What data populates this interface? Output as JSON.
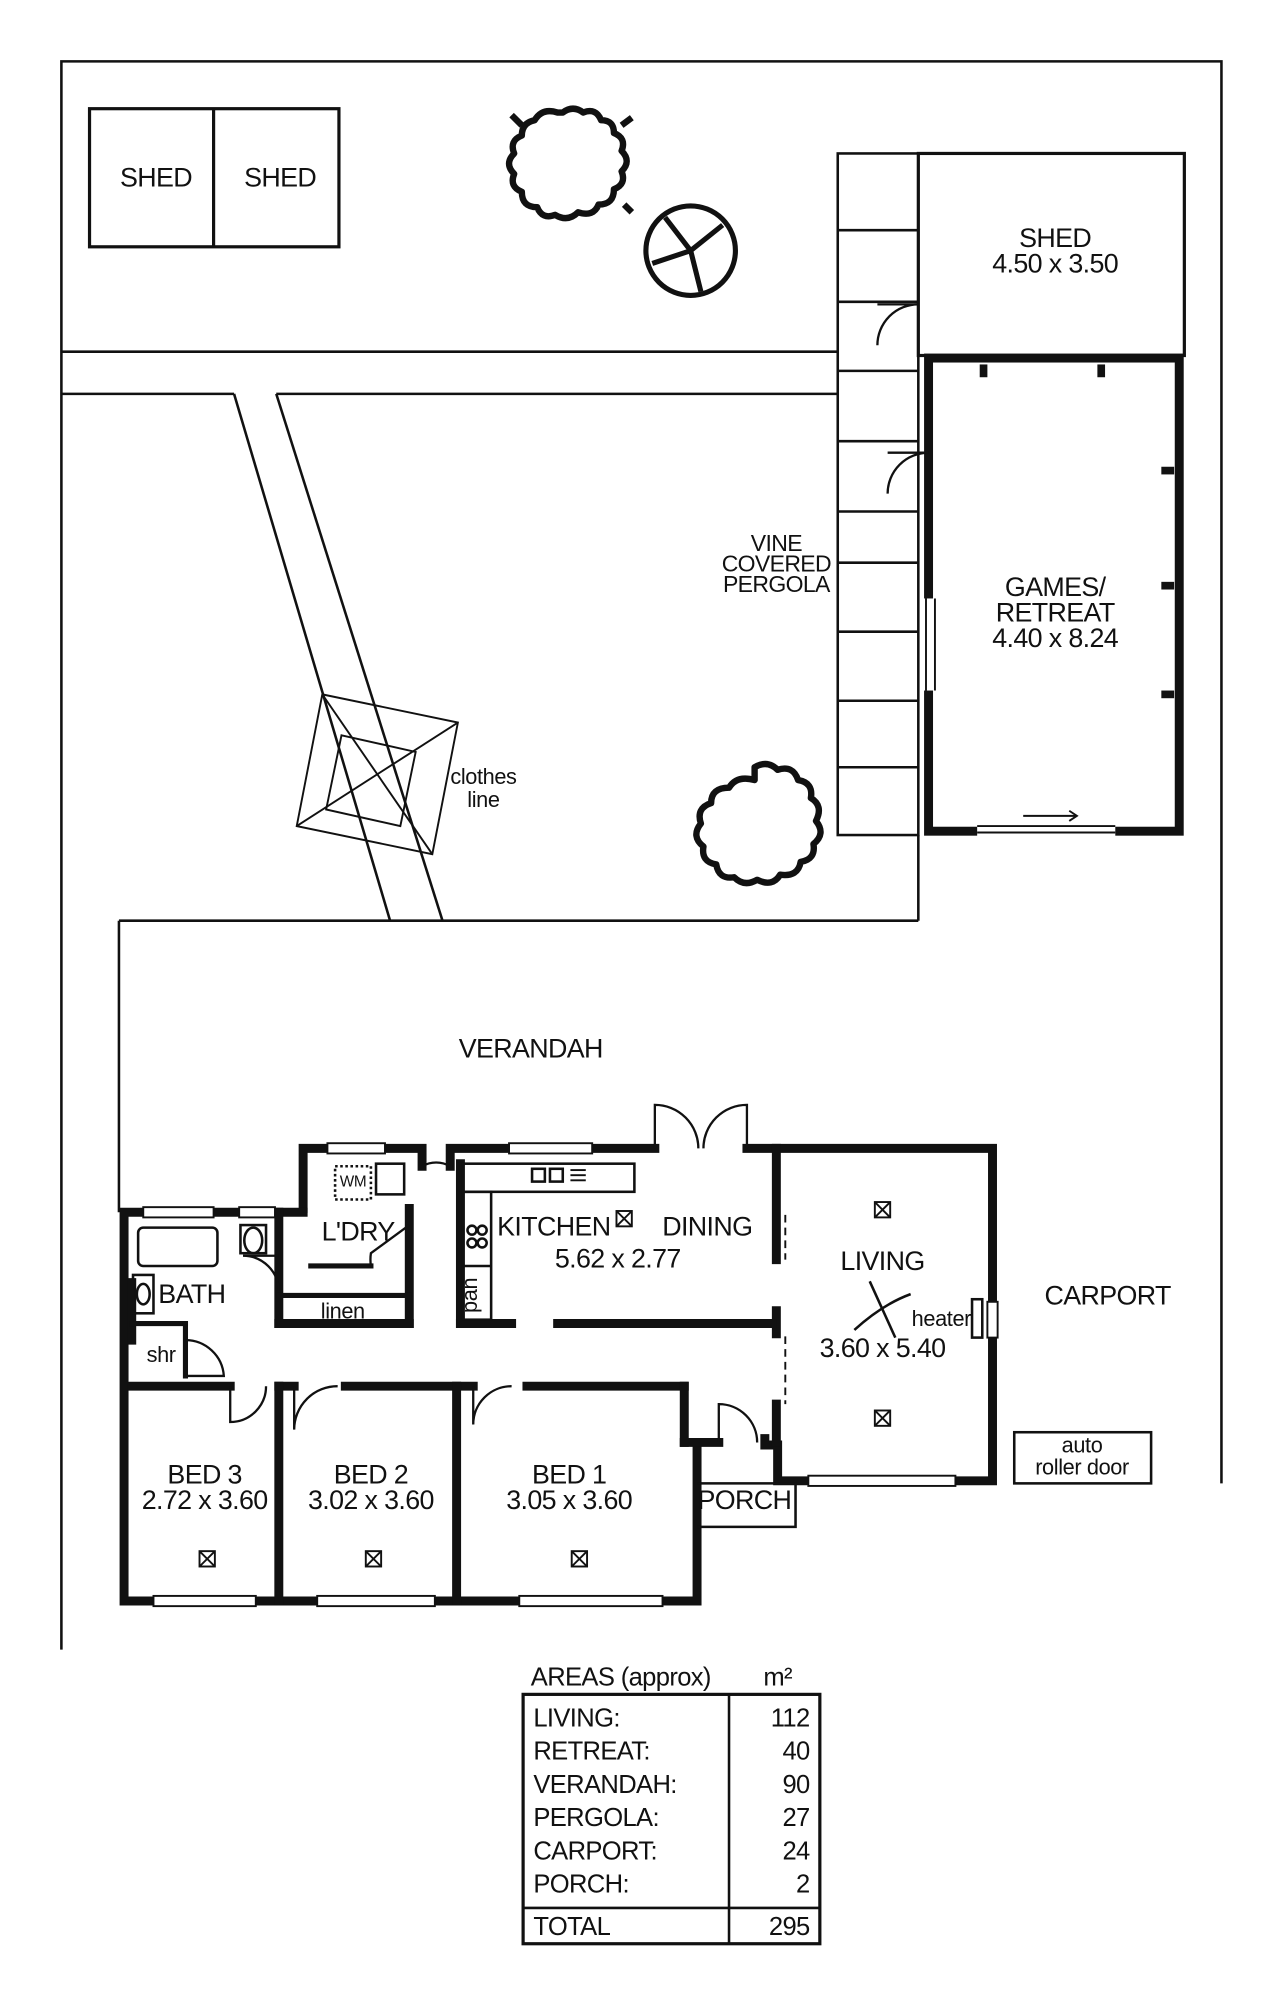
{
  "rooms": {
    "shed_a": "SHED",
    "shed_b": "SHED",
    "shed_big": "SHED",
    "shed_big_dim": "4.50 x 3.50",
    "vine_pergola": [
      "VINE",
      "COVERED",
      "PERGOLA"
    ],
    "games_retreat": [
      "GAMES/",
      "RETREAT"
    ],
    "games_retreat_dim": "4.40 x 8.24",
    "clothes_line": [
      "clothes",
      "line"
    ],
    "verandah": "VERANDAH",
    "carport": "CARPORT",
    "auto_roller_door": [
      "auto",
      "roller door"
    ],
    "kitchen": "KITCHEN",
    "dining": "DINING",
    "kitchen_dining_dim": "5.62 x 2.77",
    "living": "LIVING",
    "living_dim": "3.60 x 5.40",
    "heater": "heater",
    "laundry": "L'DRY",
    "washing_machine": "WM",
    "linen": "linen",
    "pantry": "pan",
    "bath": "BATH",
    "shower": "shr",
    "bed3": "BED 3",
    "bed3_dim": "2.72 x 3.60",
    "bed2": "BED 2",
    "bed2_dim": "3.02 x 3.60",
    "bed1": "BED 1",
    "bed1_dim": "3.05 x 3.60",
    "porch": "PORCH"
  },
  "areas_table": {
    "header_label": "AREAS (approx)",
    "header_unit": "m²",
    "rows": [
      {
        "label": "LIVING:",
        "value": "112"
      },
      {
        "label": "RETREAT:",
        "value": "40"
      },
      {
        "label": "VERANDAH:",
        "value": "90"
      },
      {
        "label": "PERGOLA:",
        "value": "27"
      },
      {
        "label": "CARPORT:",
        "value": "24"
      },
      {
        "label": "PORCH:",
        "value": "2"
      }
    ],
    "total_label": "TOTAL",
    "total_value": "295"
  }
}
